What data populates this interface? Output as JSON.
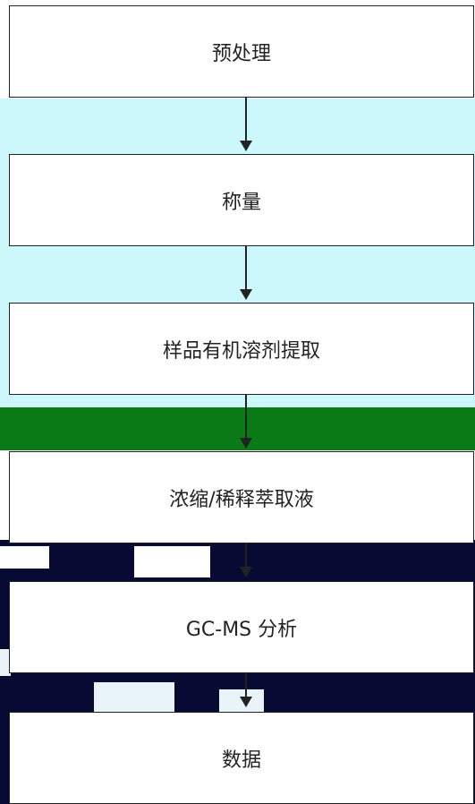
{
  "colors": {
    "background": "#ffffff",
    "band_cyan": "#ccf7fb",
    "band_green": "#0a7a16",
    "band_navy": "#070a33",
    "box_border": "#222222",
    "text": "#222222"
  },
  "flow": {
    "steps": [
      {
        "label": "预处理"
      },
      {
        "label": "称量"
      },
      {
        "label": "样品有机溶剂提取"
      },
      {
        "label": "浓缩/稀释萃取液"
      },
      {
        "label": "GC-MS 分析"
      },
      {
        "label": "数据"
      }
    ]
  }
}
